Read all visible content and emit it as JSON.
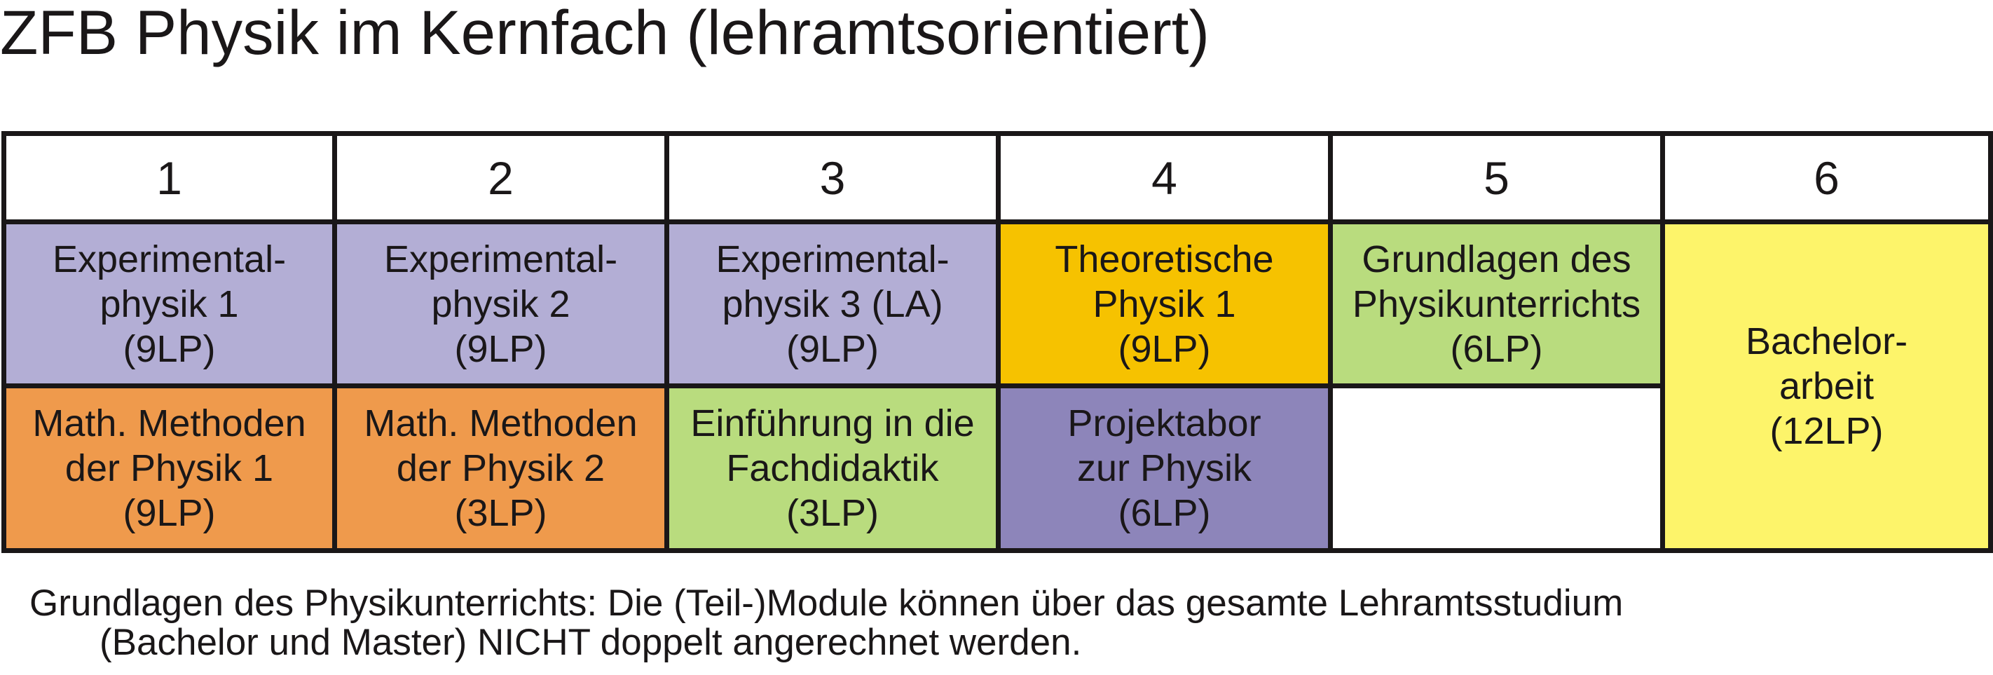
{
  "title": "ZFB Physik im Kernfach (lehramtsorientiert)",
  "semesters": [
    "1",
    "2",
    "3",
    "4",
    "5",
    "6"
  ],
  "modules": [
    {
      "id": "exphys1",
      "name": "Experimental-\nphysik 1",
      "credits": "(9LP)",
      "semester": "1",
      "row": "1",
      "color": "#b3aed5"
    },
    {
      "id": "exphys2",
      "name": "Experimental-\nphysik 2",
      "credits": "(9LP)",
      "semester": "2",
      "row": "1",
      "color": "#b3aed5"
    },
    {
      "id": "exphys3",
      "name": "Experimental-\nphysik 3 (LA)",
      "credits": "(9LP)",
      "semester": "3",
      "row": "1",
      "color": "#b3aed5"
    },
    {
      "id": "theophys1",
      "name": "Theoretische\nPhysik 1",
      "credits": "(9LP)",
      "semester": "4",
      "row": "1",
      "color": "#f6c200"
    },
    {
      "id": "grundlagen",
      "name": "Grundlagen des\nPhysikunterrichts",
      "credits": "(6LP)",
      "semester": "5",
      "row": "1",
      "color": "#b9dc7e"
    },
    {
      "id": "bachelor",
      "name": "Bachelor-\narbeit",
      "credits": "(12LP)",
      "semester": "6",
      "row": "1-2",
      "color": "#fdf46a"
    },
    {
      "id": "math1",
      "name": "Math. Methoden\nder Physik 1",
      "credits": "(9LP)",
      "semester": "1",
      "row": "2",
      "color": "#ef9a4c"
    },
    {
      "id": "math2",
      "name": "Math. Methoden\nder Physik 2",
      "credits": "(3LP)",
      "semester": "2",
      "row": "2",
      "color": "#ef9a4c"
    },
    {
      "id": "einfuehrung",
      "name": "Einführung in die\nFachdidaktik",
      "credits": "(3LP)",
      "semester": "3",
      "row": "2",
      "color": "#b9dc7e"
    },
    {
      "id": "projektlabor",
      "name": "Projektabor\nzur Physik",
      "credits": "(6LP)",
      "semester": "4",
      "row": "2",
      "color": "#8d85ba"
    },
    {
      "id": "empty5",
      "name": "",
      "credits": "",
      "semester": "5",
      "row": "2",
      "color": "#ffffff"
    }
  ],
  "footnote": {
    "line1": "Grundlagen des Physikunterrichts: Die (Teil-)Module können über das gesamte Lehramtsstudium",
    "line2": "(Bachelor und Master) NICHT doppelt angerechnet werden."
  }
}
